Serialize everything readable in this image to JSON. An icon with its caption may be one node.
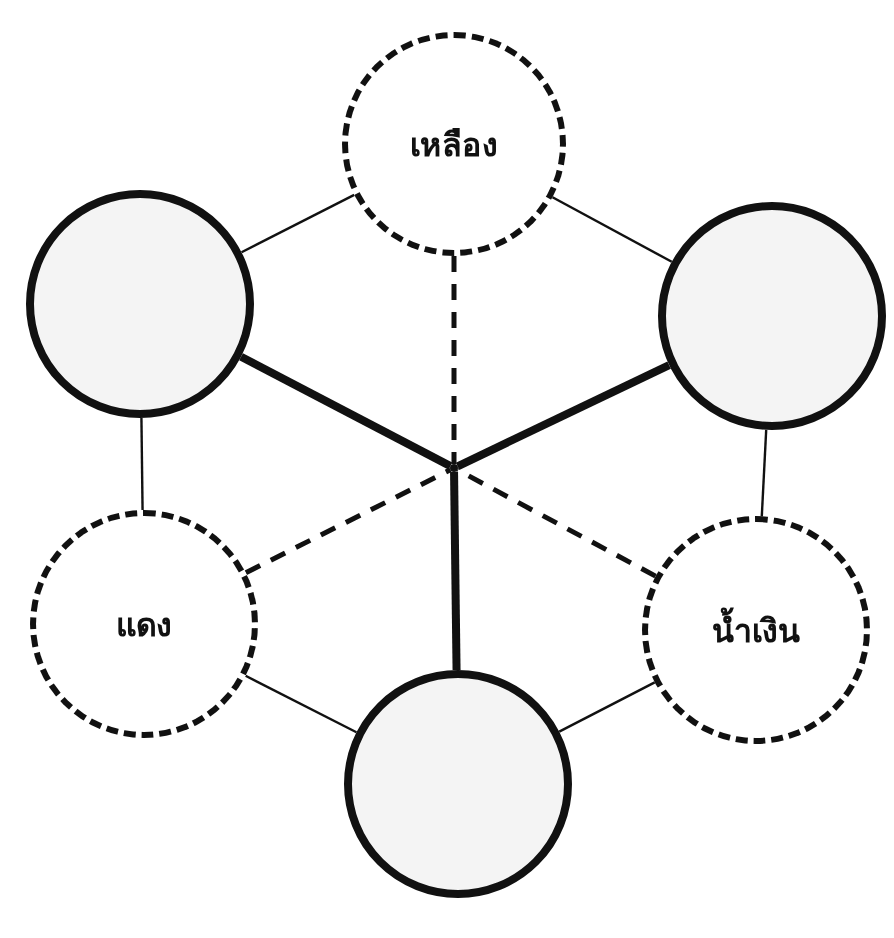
{
  "diagram": {
    "nodes": [
      {
        "text": [
          "เหลือง"
        ]
      },
      {
        "text": [],
        "shape": "circle"
      },
      {
        "text": [],
        "shape": "circle"
      },
      {
        "text": [],
        "shape": "dot"
      },
      {
        "text": [
          "แดง"
        ]
      },
      {
        "text": [
          "น้ำเงิน"
        ]
      },
      {
        "text": [],
        "shape": "circle"
      }
    ],
    "edges": [
      {
        "from": 0,
        "to": 3,
        "arrow": "none",
        "style": "dashed"
      },
      {
        "from": 1,
        "to": 3,
        "arrow": "none",
        "style": "thick"
      },
      {
        "from": 2,
        "to": 3,
        "arrow": "none",
        "style": "thick"
      },
      {
        "from": 4,
        "to": 3,
        "arrow": "none",
        "style": "dashed"
      },
      {
        "from": 5,
        "to": 3,
        "arrow": "none",
        "style": "dashed"
      },
      {
        "from": 6,
        "to": 3,
        "arrow": "none",
        "style": "thick"
      },
      {
        "from": 0,
        "to": 2,
        "arrow": "none"
      },
      {
        "from": 2,
        "to": 5,
        "arrow": "none"
      },
      {
        "from": 5,
        "to": 6,
        "arrow": "none"
      },
      {
        "from": 6,
        "to": 4,
        "arrow": "none"
      },
      {
        "from": 4,
        "to": 1,
        "arrow": "none"
      },
      {
        "from": 1,
        "to": 0,
        "arrow": "none"
      }
    ]
  }
}
